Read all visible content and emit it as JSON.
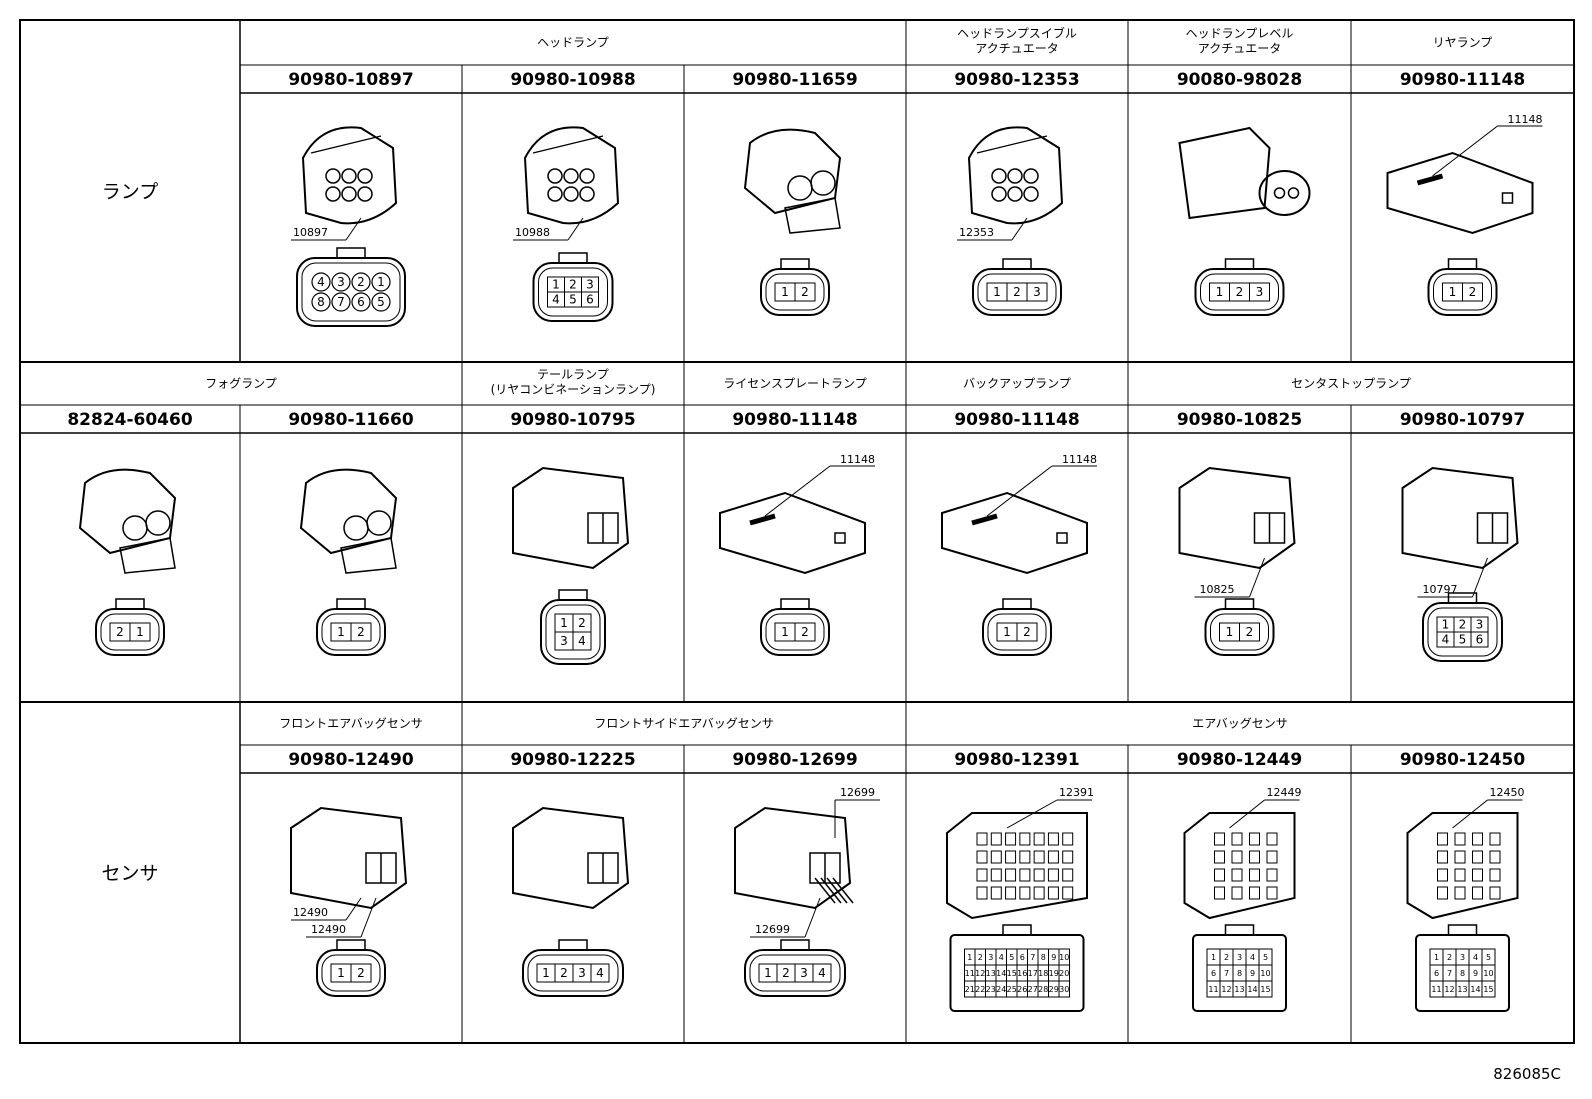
{
  "reference_code": "826085C",
  "rows": [
    {
      "category": "ランプ",
      "groups": [
        {
          "label_lines": [
            "ヘッドランプ"
          ]
        },
        {
          "label_lines": [
            "ヘッドランプスイブル",
            "アクチュエータ"
          ]
        },
        {
          "label_lines": [
            "ヘッドランプレベル",
            "アクチュエータ"
          ]
        },
        {
          "label_lines": [
            "リヤランプ"
          ]
        }
      ],
      "connectors": [
        {
          "part_number": "90980-10897",
          "callout": "10897",
          "pins": [
            "4",
            "3",
            "2",
            "1",
            "8",
            "7",
            "6",
            "5"
          ],
          "icon": "connector-8pin-round"
        },
        {
          "part_number": "90980-10988",
          "callout": "10988",
          "pins": [
            "1",
            "2",
            "3",
            "4",
            "5",
            "6"
          ],
          "icon": "connector-6pin-round"
        },
        {
          "part_number": "90980-11659",
          "callout": "",
          "pins": [
            "1",
            "2"
          ],
          "icon": "connector-2pin-lever"
        },
        {
          "part_number": "90980-12353",
          "callout": "12353",
          "pins": [
            "1",
            "2",
            "3"
          ],
          "icon": "connector-3pin-sealed"
        },
        {
          "part_number": "90080-98028",
          "callout": "",
          "pins": [
            "1",
            "2",
            "3"
          ],
          "icon": "connector-3pin-actuator"
        },
        {
          "part_number": "90980-11148",
          "callout": "11148",
          "pins": [
            "1",
            "2"
          ],
          "icon": "connector-2pin-flat"
        }
      ]
    },
    {
      "category": "",
      "groups": [
        {
          "label_lines": [
            "フォグランプ"
          ]
        },
        {
          "label_lines": [
            "テールランプ",
            "(リヤコンビネーションランプ)"
          ]
        },
        {
          "label_lines": [
            "ライセンスプレートランプ"
          ]
        },
        {
          "label_lines": [
            "バックアップランプ"
          ]
        },
        {
          "label_lines": [
            "センタストップランプ"
          ]
        }
      ],
      "connectors": [
        {
          "part_number": "82824-60460",
          "callout": "",
          "pins": [
            "2",
            "1"
          ],
          "icon": "connector-2pin-fog"
        },
        {
          "part_number": "90980-11660",
          "callout": "",
          "pins": [
            "1",
            "2"
          ],
          "icon": "connector-2pin-lever"
        },
        {
          "part_number": "90980-10795",
          "callout": "",
          "pins": [
            "1",
            "2",
            "3",
            "4"
          ],
          "icon": "connector-4pin-box"
        },
        {
          "part_number": "90980-11148",
          "callout": "11148",
          "pins": [
            "1",
            "2"
          ],
          "icon": "connector-2pin-flat"
        },
        {
          "part_number": "90980-11148",
          "callout": "11148",
          "pins": [
            "1",
            "2"
          ],
          "icon": "connector-2pin-flat"
        },
        {
          "part_number": "90980-10825",
          "callout": "10825",
          "pins": [
            "1",
            "2"
          ],
          "icon": "connector-2pin-box"
        },
        {
          "part_number": "90980-10797",
          "callout": "10797",
          "pins": [
            "1",
            "2",
            "3",
            "4",
            "5",
            "6"
          ],
          "icon": "connector-6pin-box"
        }
      ]
    },
    {
      "category": "センサ",
      "groups": [
        {
          "label_lines": [
            "フロントエアバッグセンサ"
          ]
        },
        {
          "label_lines": [
            "フロントサイドエアバッグセンサ"
          ]
        },
        {
          "label_lines": [
            "エアバッグセンサ"
          ]
        }
      ],
      "connectors": [
        {
          "part_number": "90980-12490",
          "callout": "12490",
          "pins": [
            "1",
            "2"
          ],
          "icon": "connector-2pin-sensor"
        },
        {
          "part_number": "90980-12225",
          "callout": "",
          "pins": [
            "1",
            "2",
            "3",
            "4"
          ],
          "icon": "connector-4pin-inline"
        },
        {
          "part_number": "90980-12699",
          "callout": "12699",
          "pins": [
            "1",
            "2",
            "3",
            "4"
          ],
          "icon": "connector-4pin-wired"
        },
        {
          "part_number": "90980-12391",
          "callout": "12391",
          "pins": [
            "1",
            "2",
            "3",
            "4",
            "5",
            "6",
            "7",
            "8",
            "9",
            "10",
            "11",
            "12",
            "13",
            "14",
            "15",
            "16",
            "17",
            "18",
            "19",
            "20",
            "21",
            "22",
            "23",
            "24",
            "25",
            "26",
            "27",
            "28",
            "29",
            "30"
          ],
          "icon": "connector-30pin"
        },
        {
          "part_number": "90980-12449",
          "callout": "12449",
          "pins": [
            "1",
            "2",
            "3",
            "4",
            "5",
            "6",
            "7",
            "8",
            "9",
            "10",
            "11",
            "12",
            "13",
            "14",
            "15"
          ],
          "icon": "connector-15pin"
        },
        {
          "part_number": "90980-12450",
          "callout": "12450",
          "pins": [
            "1",
            "2",
            "3",
            "4",
            "5",
            "6",
            "7",
            "8",
            "9",
            "10",
            "11",
            "12",
            "13",
            "14",
            "15"
          ],
          "icon": "connector-15pin"
        }
      ]
    }
  ]
}
